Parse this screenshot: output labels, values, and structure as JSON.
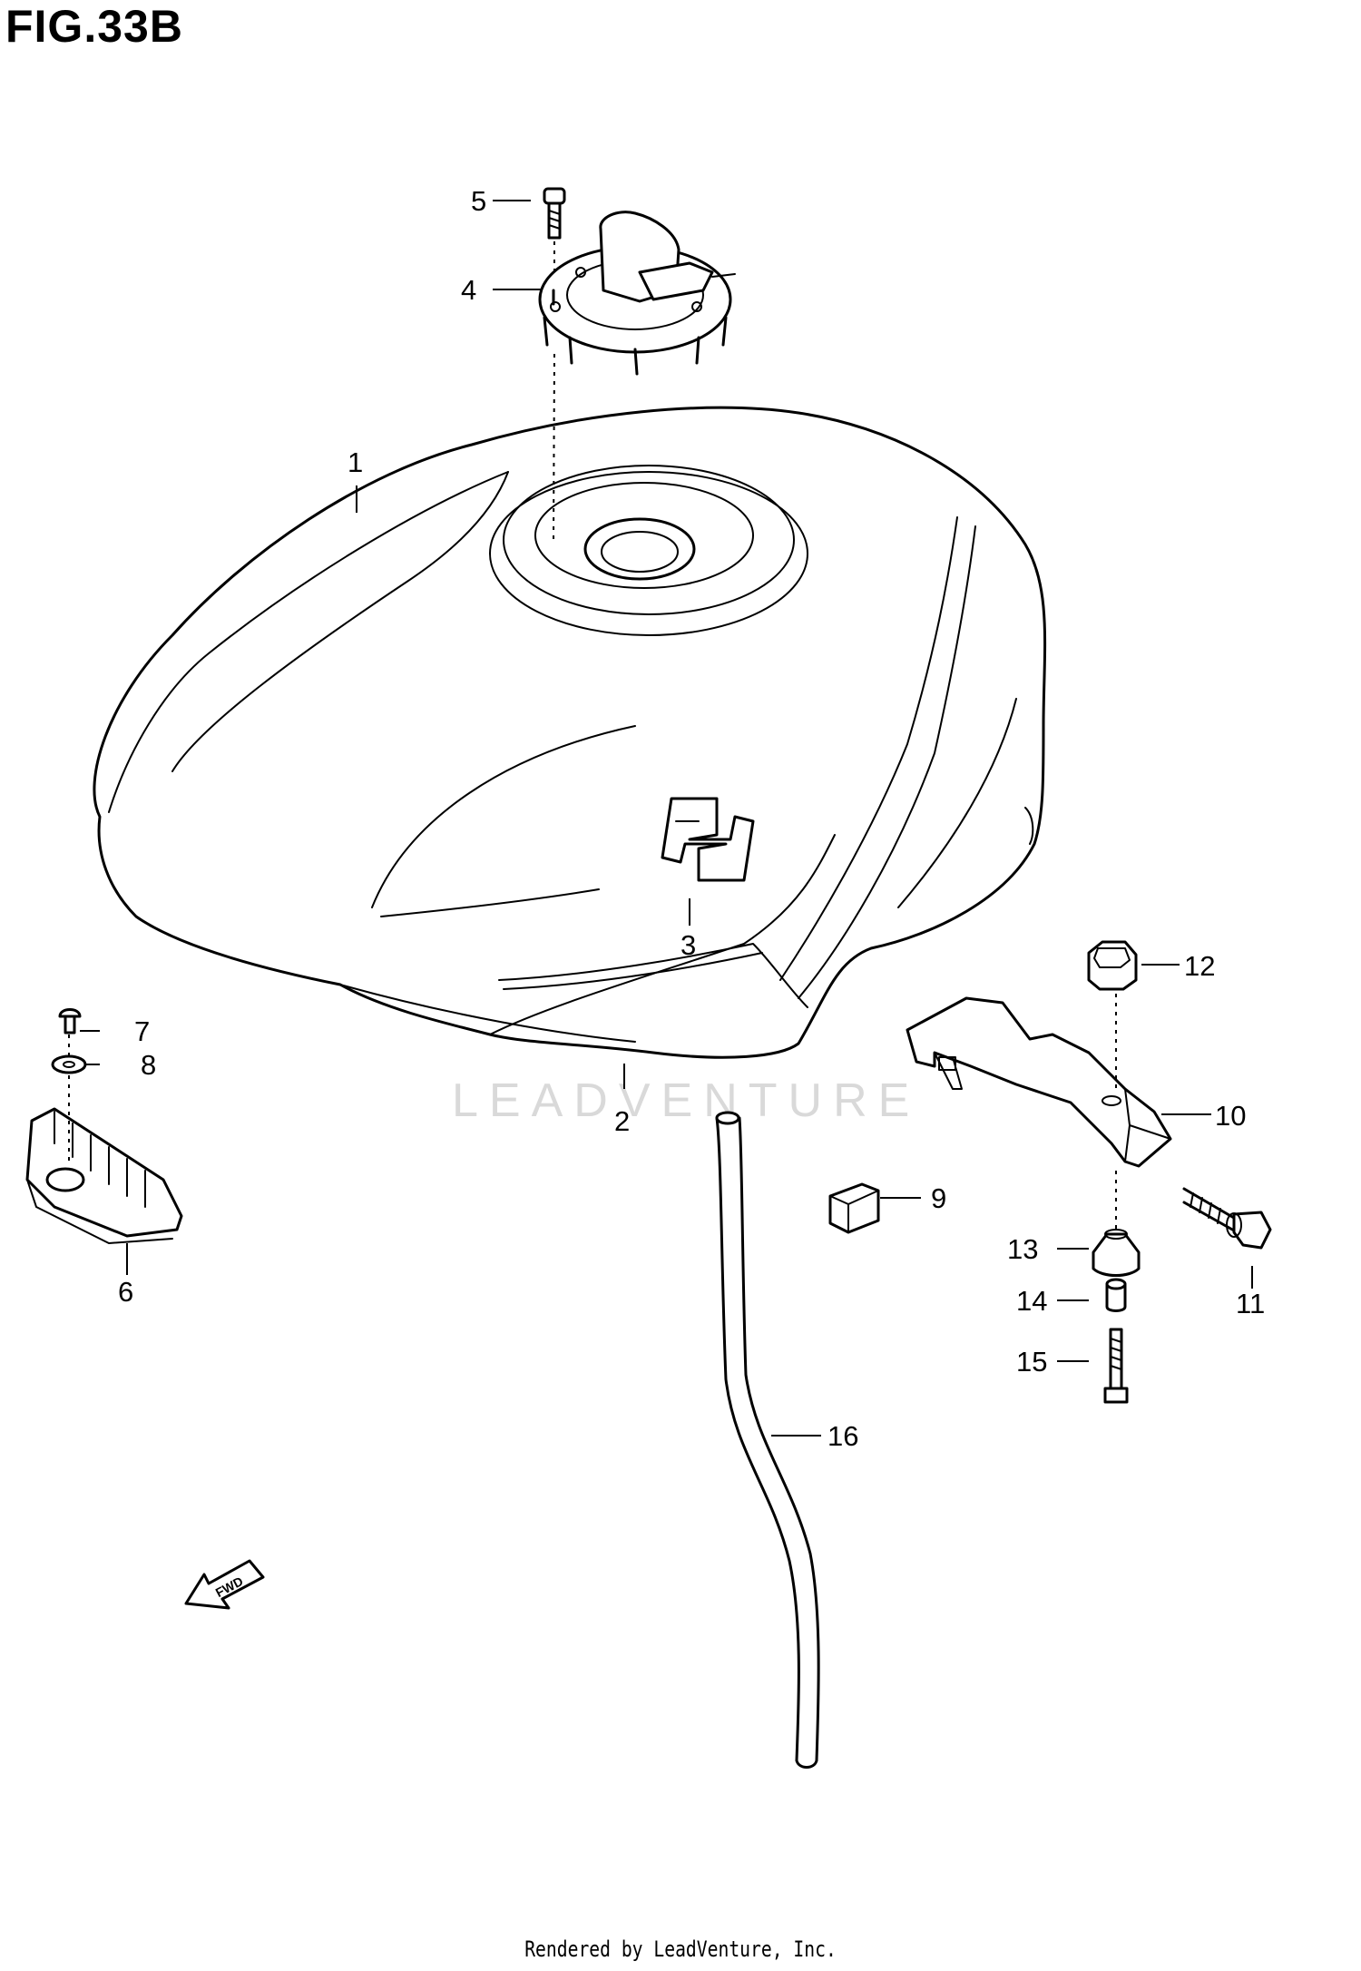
{
  "figure": {
    "title": "FIG.33B"
  },
  "watermark": {
    "text": "LEADVENTURE"
  },
  "footer": {
    "text": "Rendered by LeadVenture, Inc."
  },
  "fwd_arrow": {
    "label": "FWD"
  },
  "callouts": [
    "1",
    "2",
    "3",
    "4",
    "5",
    "6",
    "7",
    "8",
    "9",
    "10",
    "11",
    "12",
    "13",
    "14",
    "15",
    "16"
  ],
  "parts": [
    {
      "ref": "1",
      "name": "fuel-tank"
    },
    {
      "ref": "2",
      "name": "tank-trim-strip"
    },
    {
      "ref": "3",
      "name": "tank-emblem"
    },
    {
      "ref": "4",
      "name": "fuel-cap-with-key"
    },
    {
      "ref": "5",
      "name": "cap-bolt"
    },
    {
      "ref": "6",
      "name": "rear-tank-cushion"
    },
    {
      "ref": "7",
      "name": "screw"
    },
    {
      "ref": "8",
      "name": "washer"
    },
    {
      "ref": "9",
      "name": "cushion-block"
    },
    {
      "ref": "10",
      "name": "tank-bracket"
    },
    {
      "ref": "11",
      "name": "bracket-bolt"
    },
    {
      "ref": "12",
      "name": "cushion-upper"
    },
    {
      "ref": "13",
      "name": "cushion-lower"
    },
    {
      "ref": "14",
      "name": "spacer"
    },
    {
      "ref": "15",
      "name": "mounting-bolt"
    },
    {
      "ref": "16",
      "name": "drain-hose"
    }
  ]
}
